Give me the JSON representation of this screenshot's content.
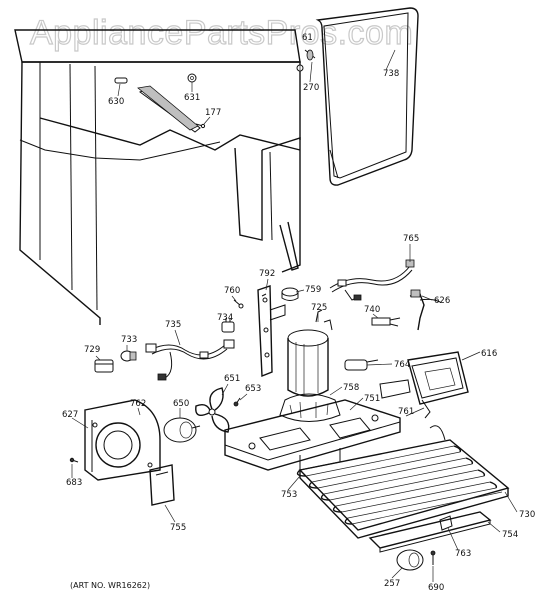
{
  "watermark": "AppliancePartsPros.com",
  "art_number": "(ART NO. WR16262)",
  "labels": {
    "l61": "61",
    "l738": "738",
    "l270": "270",
    "l630": "630",
    "l631": "631",
    "l177": "177",
    "l765": "765",
    "l792": "792",
    "l759": "759",
    "l760": "760",
    "l626": "626",
    "l725": "725",
    "l740": "740",
    "l735": "735",
    "l734": "734",
    "l733": "733",
    "l729": "729",
    "l764": "764",
    "l616": "616",
    "l651": "651",
    "l653": "653",
    "l758": "758",
    "l751": "751",
    "l761": "761",
    "l627": "627",
    "l762": "762",
    "l650": "650",
    "l683": "683",
    "l755": "755",
    "l753": "753",
    "l730": "730",
    "l754": "754",
    "l763": "763",
    "l257": "257",
    "l690": "690"
  }
}
